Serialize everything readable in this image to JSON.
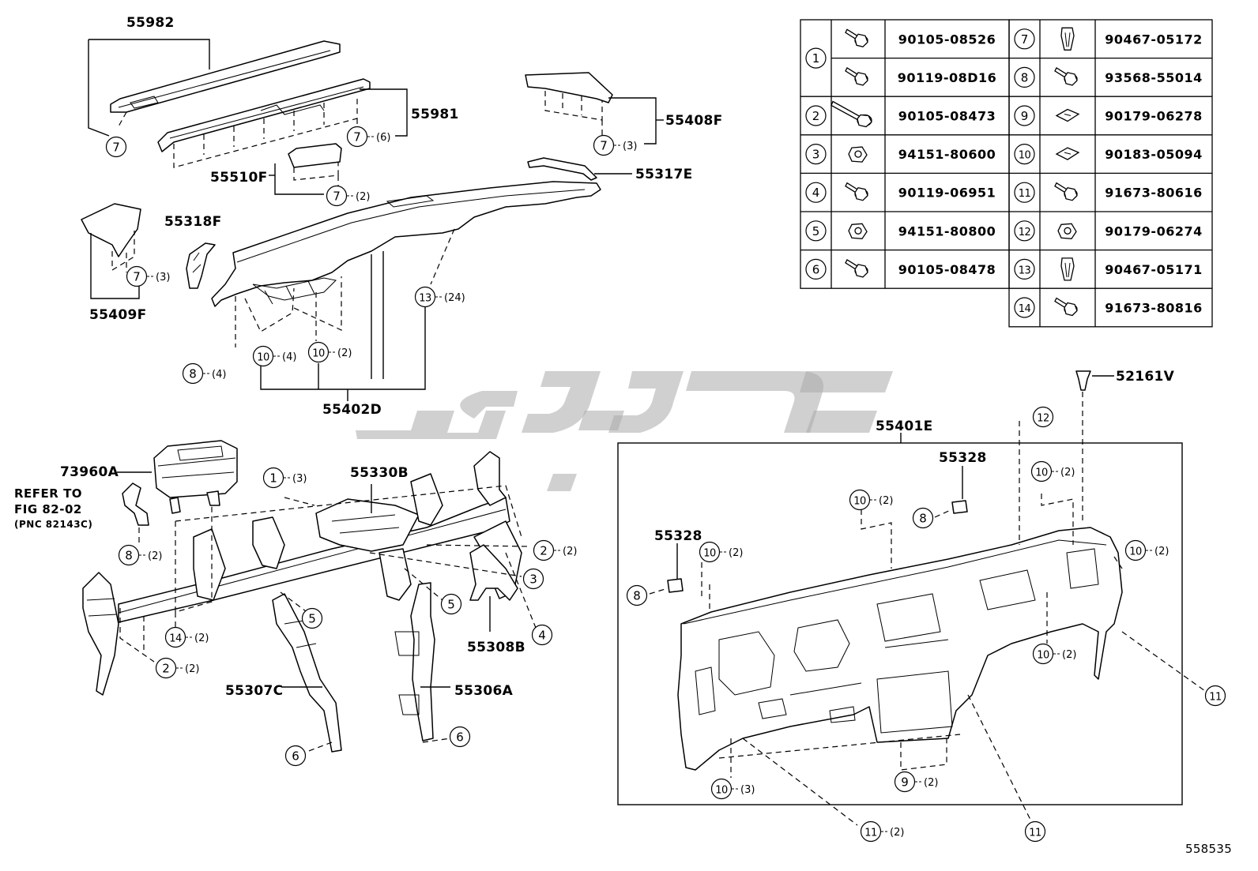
{
  "fasteners": [
    {
      "ref": "1",
      "part": "90105-08526",
      "icon": "bolt-washer-icon"
    },
    {
      "ref": "1",
      "part": "90119-08D16",
      "icon": "bolt-washer-icon"
    },
    {
      "ref": "2",
      "part": "90105-08473",
      "icon": "long-bolt-icon"
    },
    {
      "ref": "3",
      "part": "94151-80600",
      "icon": "nut-icon"
    },
    {
      "ref": "4",
      "part": "90119-06951",
      "icon": "bolt-washer-icon"
    },
    {
      "ref": "5",
      "part": "94151-80800",
      "icon": "nut-icon"
    },
    {
      "ref": "6",
      "part": "90105-08478",
      "icon": "bolt-washer-icon"
    },
    {
      "ref": "7",
      "part": "90467-05172",
      "icon": "clip-icon"
    },
    {
      "ref": "8",
      "part": "93568-55014",
      "icon": "screw-icon"
    },
    {
      "ref": "9",
      "part": "90179-06278",
      "icon": "speed-nut-icon"
    },
    {
      "ref": "10",
      "part": "90183-05094",
      "icon": "speed-nut-icon"
    },
    {
      "ref": "11",
      "part": "91673-80616",
      "icon": "bolt-washer-icon"
    },
    {
      "ref": "12",
      "part": "90179-06274",
      "icon": "nut-icon"
    },
    {
      "ref": "13",
      "part": "90467-05171",
      "icon": "clip-icon"
    },
    {
      "ref": "14",
      "part": "91673-80816",
      "icon": "bolt-washer-icon"
    }
  ],
  "labels": {
    "p55982": "55982",
    "p55981": "55981",
    "p55408F": "55408F",
    "p55510F": "55510F",
    "p55317E": "55317E",
    "p55318F": "55318F",
    "p55409F": "55409F",
    "p55402D": "55402D",
    "p52161V": "52161V",
    "p55401E": "55401E",
    "p55328a": "55328",
    "p55328b": "55328",
    "p73960A": "73960A",
    "p55330B": "55330B",
    "p55308B": "55308B",
    "p55307C": "55307C",
    "p55306A": "55306A"
  },
  "note": {
    "line1": "REFER TO",
    "line2": "FIG 82-02",
    "line3": "(PNC 82143C)"
  },
  "callouts": [
    {
      "ref": "7",
      "qty": ""
    },
    {
      "ref": "7",
      "qty": "(6)"
    },
    {
      "ref": "7",
      "qty": "(3)"
    },
    {
      "ref": "7",
      "qty": "(2)"
    },
    {
      "ref": "7",
      "qty": "(3)"
    },
    {
      "ref": "13",
      "qty": "(24)"
    },
    {
      "ref": "8",
      "qty": "(4)"
    },
    {
      "ref": "10",
      "qty": "(4)"
    },
    {
      "ref": "10",
      "qty": "(2)"
    },
    {
      "ref": "1",
      "qty": "(3)"
    },
    {
      "ref": "2",
      "qty": "(2)"
    },
    {
      "ref": "3",
      "qty": ""
    },
    {
      "ref": "4",
      "qty": ""
    },
    {
      "ref": "5",
      "qty": ""
    },
    {
      "ref": "5",
      "qty": ""
    },
    {
      "ref": "8",
      "qty": "(2)"
    },
    {
      "ref": "14",
      "qty": "(2)"
    },
    {
      "ref": "2",
      "qty": "(2)"
    },
    {
      "ref": "6",
      "qty": ""
    },
    {
      "ref": "6",
      "qty": ""
    },
    {
      "ref": "12",
      "qty": ""
    },
    {
      "ref": "10",
      "qty": "(2)"
    },
    {
      "ref": "10",
      "qty": "(2)"
    },
    {
      "ref": "8",
      "qty": ""
    },
    {
      "ref": "10",
      "qty": "(2)"
    },
    {
      "ref": "8",
      "qty": ""
    },
    {
      "ref": "10",
      "qty": "(2)"
    },
    {
      "ref": "10",
      "qty": "(2)"
    },
    {
      "ref": "11",
      "qty": ""
    },
    {
      "ref": "10",
      "qty": "(3)"
    },
    {
      "ref": "9",
      "qty": "(2)"
    },
    {
      "ref": "11",
      "qty": "(2)"
    },
    {
      "ref": "11",
      "qty": ""
    }
  ],
  "figure_id": "558535"
}
